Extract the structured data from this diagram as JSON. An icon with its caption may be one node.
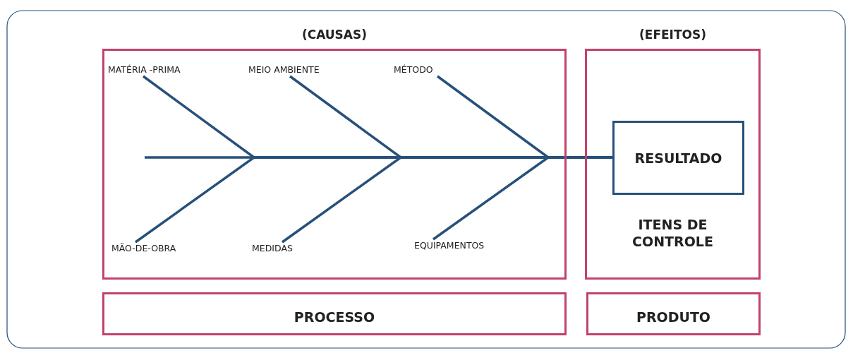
{
  "diagram": {
    "nodes": [
      {
        "text": [
          "(CAUSAS)"
        ]
      },
      {
        "text": [
          "(EFEITOS)",
          "ITENS DE CONTROLE"
        ]
      },
      {
        "text": [
          "RESULTADO"
        ],
        "in": 1
      },
      {
        "text": [
          "MATÉRIA -PRIMA"
        ],
        "in": 0
      },
      {
        "text": [
          "MEIO AMBIENTE"
        ],
        "in": 0
      },
      {
        "text": [
          "MÉTODO"
        ],
        "in": 0
      },
      {
        "text": [
          "MÃO-DE-OBRA"
        ],
        "in": 0
      },
      {
        "text": [
          "MEDIDAS"
        ],
        "in": 0
      },
      {
        "text": [
          "EQUIPAMENTOS"
        ],
        "in": 0
      },
      {
        "text": [
          "PROCESSO"
        ]
      },
      {
        "text": [
          "PRODUTO"
        ]
      }
    ],
    "edges": [
      {
        "from": null,
        "to": 2,
        "arrow": "none"
      },
      {
        "from": 3,
        "to": 2,
        "arrow": "none"
      },
      {
        "from": 4,
        "to": 2,
        "arrow": "none"
      },
      {
        "from": 5,
        "to": 2,
        "arrow": "none"
      },
      {
        "from": 6,
        "to": 2,
        "arrow": "none"
      },
      {
        "from": 7,
        "to": 2,
        "arrow": "none"
      },
      {
        "from": 8,
        "to": 2,
        "arrow": "none"
      }
    ]
  }
}
